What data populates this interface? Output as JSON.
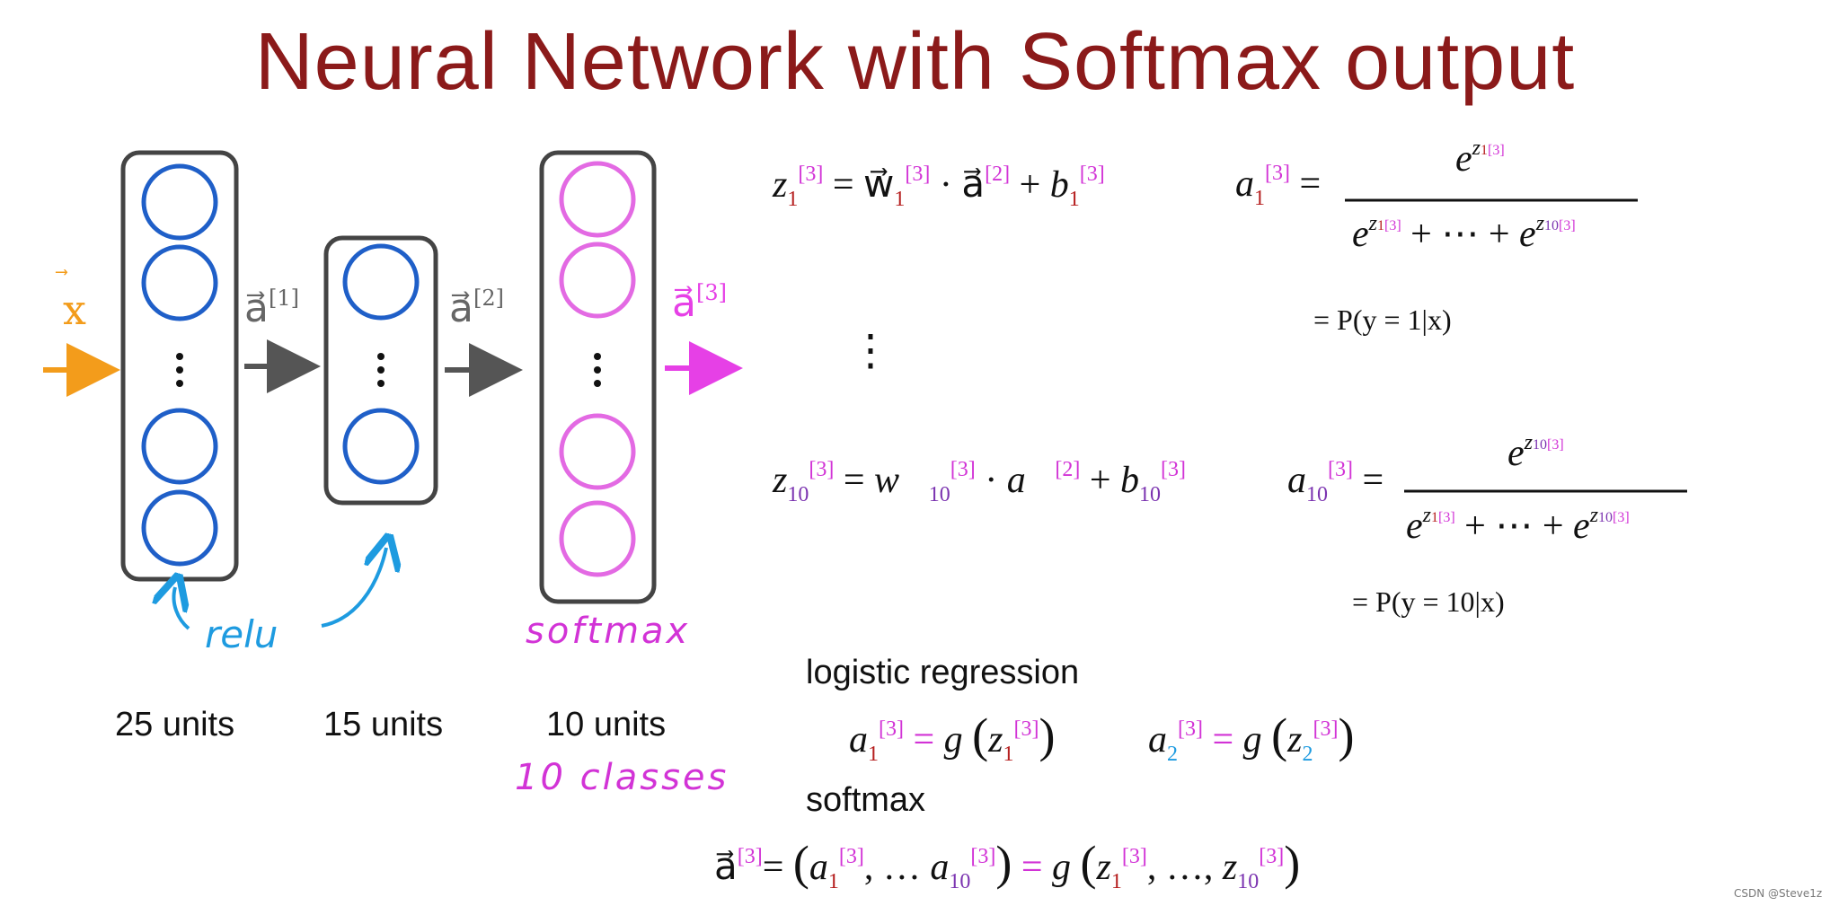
{
  "title": "Neural Network with Softmax output",
  "network": {
    "input_label": "x",
    "activations": [
      "a[1]",
      "a[2]",
      "a[3]"
    ],
    "layers": [
      {
        "units_label": "25 units"
      },
      {
        "units_label": "15 units"
      },
      {
        "units_label": "10 units"
      }
    ],
    "annotations": {
      "relu": "relu",
      "softmax": "softmax",
      "classes": "10 classes"
    }
  },
  "equations": {
    "vertical_dots": "⋮",
    "p1": "= P(y = 1|x)",
    "p10": "= P(y = 10|x)"
  },
  "sections": {
    "logistic_regression": "logistic regression",
    "softmax": "softmax"
  },
  "watermark": "CSDN @Steve1z",
  "colors": {
    "title": "#8b1a1a",
    "input_orange": "#f39c1b",
    "hidden_blue": "#1f5fc8",
    "output_pink": "#e36ae3",
    "arrow_gray": "#555555",
    "relu_blue": "#1e9be0",
    "softmax_pink": "#d233d6"
  }
}
